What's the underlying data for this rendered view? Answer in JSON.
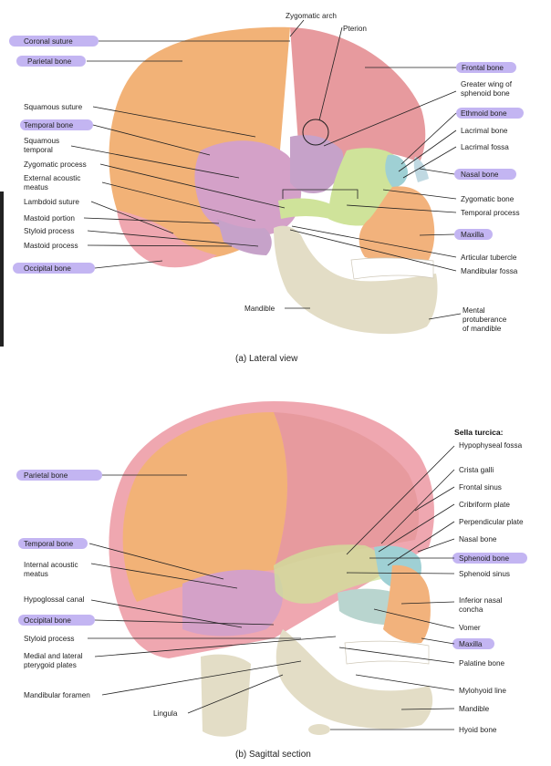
{
  "colors": {
    "parietal": "#f2b277",
    "frontal": "#e79a9e",
    "temporal": "#d4a1c8",
    "occipital": "#efa7b0",
    "sphenoid": "#c6a2c9",
    "zygomatic": "#cfe39a",
    "maxilla": "#f2b27c",
    "mandible": "#e3ddc6",
    "teeth": "#ffffff",
    "ethmoid": "#9fd0d4",
    "nasal": "#c0d9e2",
    "vomer": "#b9d5cf",
    "highlight": "#b9a8f0"
  },
  "lateral": {
    "caption": "(a) Lateral view",
    "labels": {
      "zygomatic_arch": "Zygomatic arch",
      "pterion": "Pterion",
      "coronal_suture": "Coronal suture",
      "parietal_bone": "Parietal bone",
      "frontal_bone": "Frontal bone",
      "greater_wing": "Greater wing of",
      "greater_wing_2": "sphenoid bone",
      "squamous_suture": "Squamous suture",
      "ethmoid_bone": "Ethmoid bone",
      "temporal_bone": "Temporal bone",
      "lacrimal_bone": "Lacrimal bone",
      "squamous_temporal": "Squamous",
      "squamous_temporal_2": "temporal",
      "lacrimal_fossa": "Lacrimal fossa",
      "zygomatic_process": "Zygomatic process",
      "nasal_bone": "Nasal bone",
      "external_acoustic": "External acoustic",
      "external_acoustic_2": "meatus",
      "lambdoid_suture": "Lambdoid suture",
      "zygomatic_bone": "Zygomatic bone",
      "temporal_process": "Temporal process",
      "mastoid_portion": "Mastoid portion",
      "styloid_process": "Styloid process",
      "maxilla": "Maxilla",
      "mastoid_process": "Mastoid process",
      "articular_tubercle": "Articular tubercle",
      "occipital_bone": "Occipital bone",
      "mandibular_fossa": "Mandibular fossa",
      "mandible": "Mandible",
      "mental_protuberance": "Mental",
      "mental_protuberance_2": "protuberance",
      "mental_protuberance_3": "of mandible"
    }
  },
  "sagittal": {
    "caption": "(b) Sagittal section",
    "labels": {
      "sella_turcica": "Sella turcica:",
      "hypophyseal_fossa": "Hypophyseal fossa",
      "parietal_bone": "Parietal bone",
      "crista_galli": "Crista galli",
      "frontal_sinus": "Frontal sinus",
      "cribriform_plate": "Cribriform plate",
      "perpendicular_plate": "Perpendicular plate",
      "nasal_bone": "Nasal bone",
      "temporal_bone": "Temporal bone",
      "sphenoid_bone": "Sphenoid bone",
      "internal_acoustic": "Internal acoustic",
      "internal_acoustic_2": "meatus",
      "sphenoid_sinus": "Sphenoid sinus",
      "hypoglossal_canal": "Hypoglossal canal",
      "inferior_nasal_concha": "Inferior nasal",
      "inferior_nasal_concha_2": "concha",
      "occipital_bone": "Occipital bone",
      "vomer": "Vomer",
      "styloid_process": "Styloid process",
      "maxilla": "Maxilla",
      "pterygoid_plates": "Medial and lateral",
      "pterygoid_plates_2": "pterygoid plates",
      "palatine_bone": "Palatine bone",
      "mandibular_foramen": "Mandibular foramen",
      "mylohyoid_line": "Mylohyoid line",
      "mandible": "Mandible",
      "lingula": "Lingula",
      "hyoid_bone": "Hyoid bone"
    }
  }
}
